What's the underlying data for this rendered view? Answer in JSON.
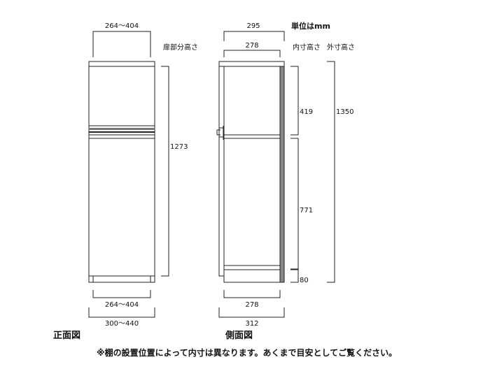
{
  "units": "単位はmm",
  "front": {
    "title": "正面図",
    "door_height_label": "扉部分高さ",
    "top_width": "264～404",
    "door_height": "1273",
    "inner_width": "264～404",
    "outer_width": "300～440"
  },
  "side": {
    "title": "側面図",
    "inner_height_label": "内寸高さ",
    "outer_height_label": "外寸高さ",
    "top_outer_depth": "295",
    "top_inner_depth": "278",
    "upper_inner_height": "419",
    "lower_inner_height": "771",
    "base_height": "80",
    "outer_height": "1350",
    "bottom_inner_depth": "278",
    "bottom_outer_depth": "312"
  },
  "note": "※棚の設置位置によって内寸は異なります。あくまで目安としてご覧ください。",
  "colors": {
    "line": "#222222",
    "back_panel": "#888888"
  }
}
